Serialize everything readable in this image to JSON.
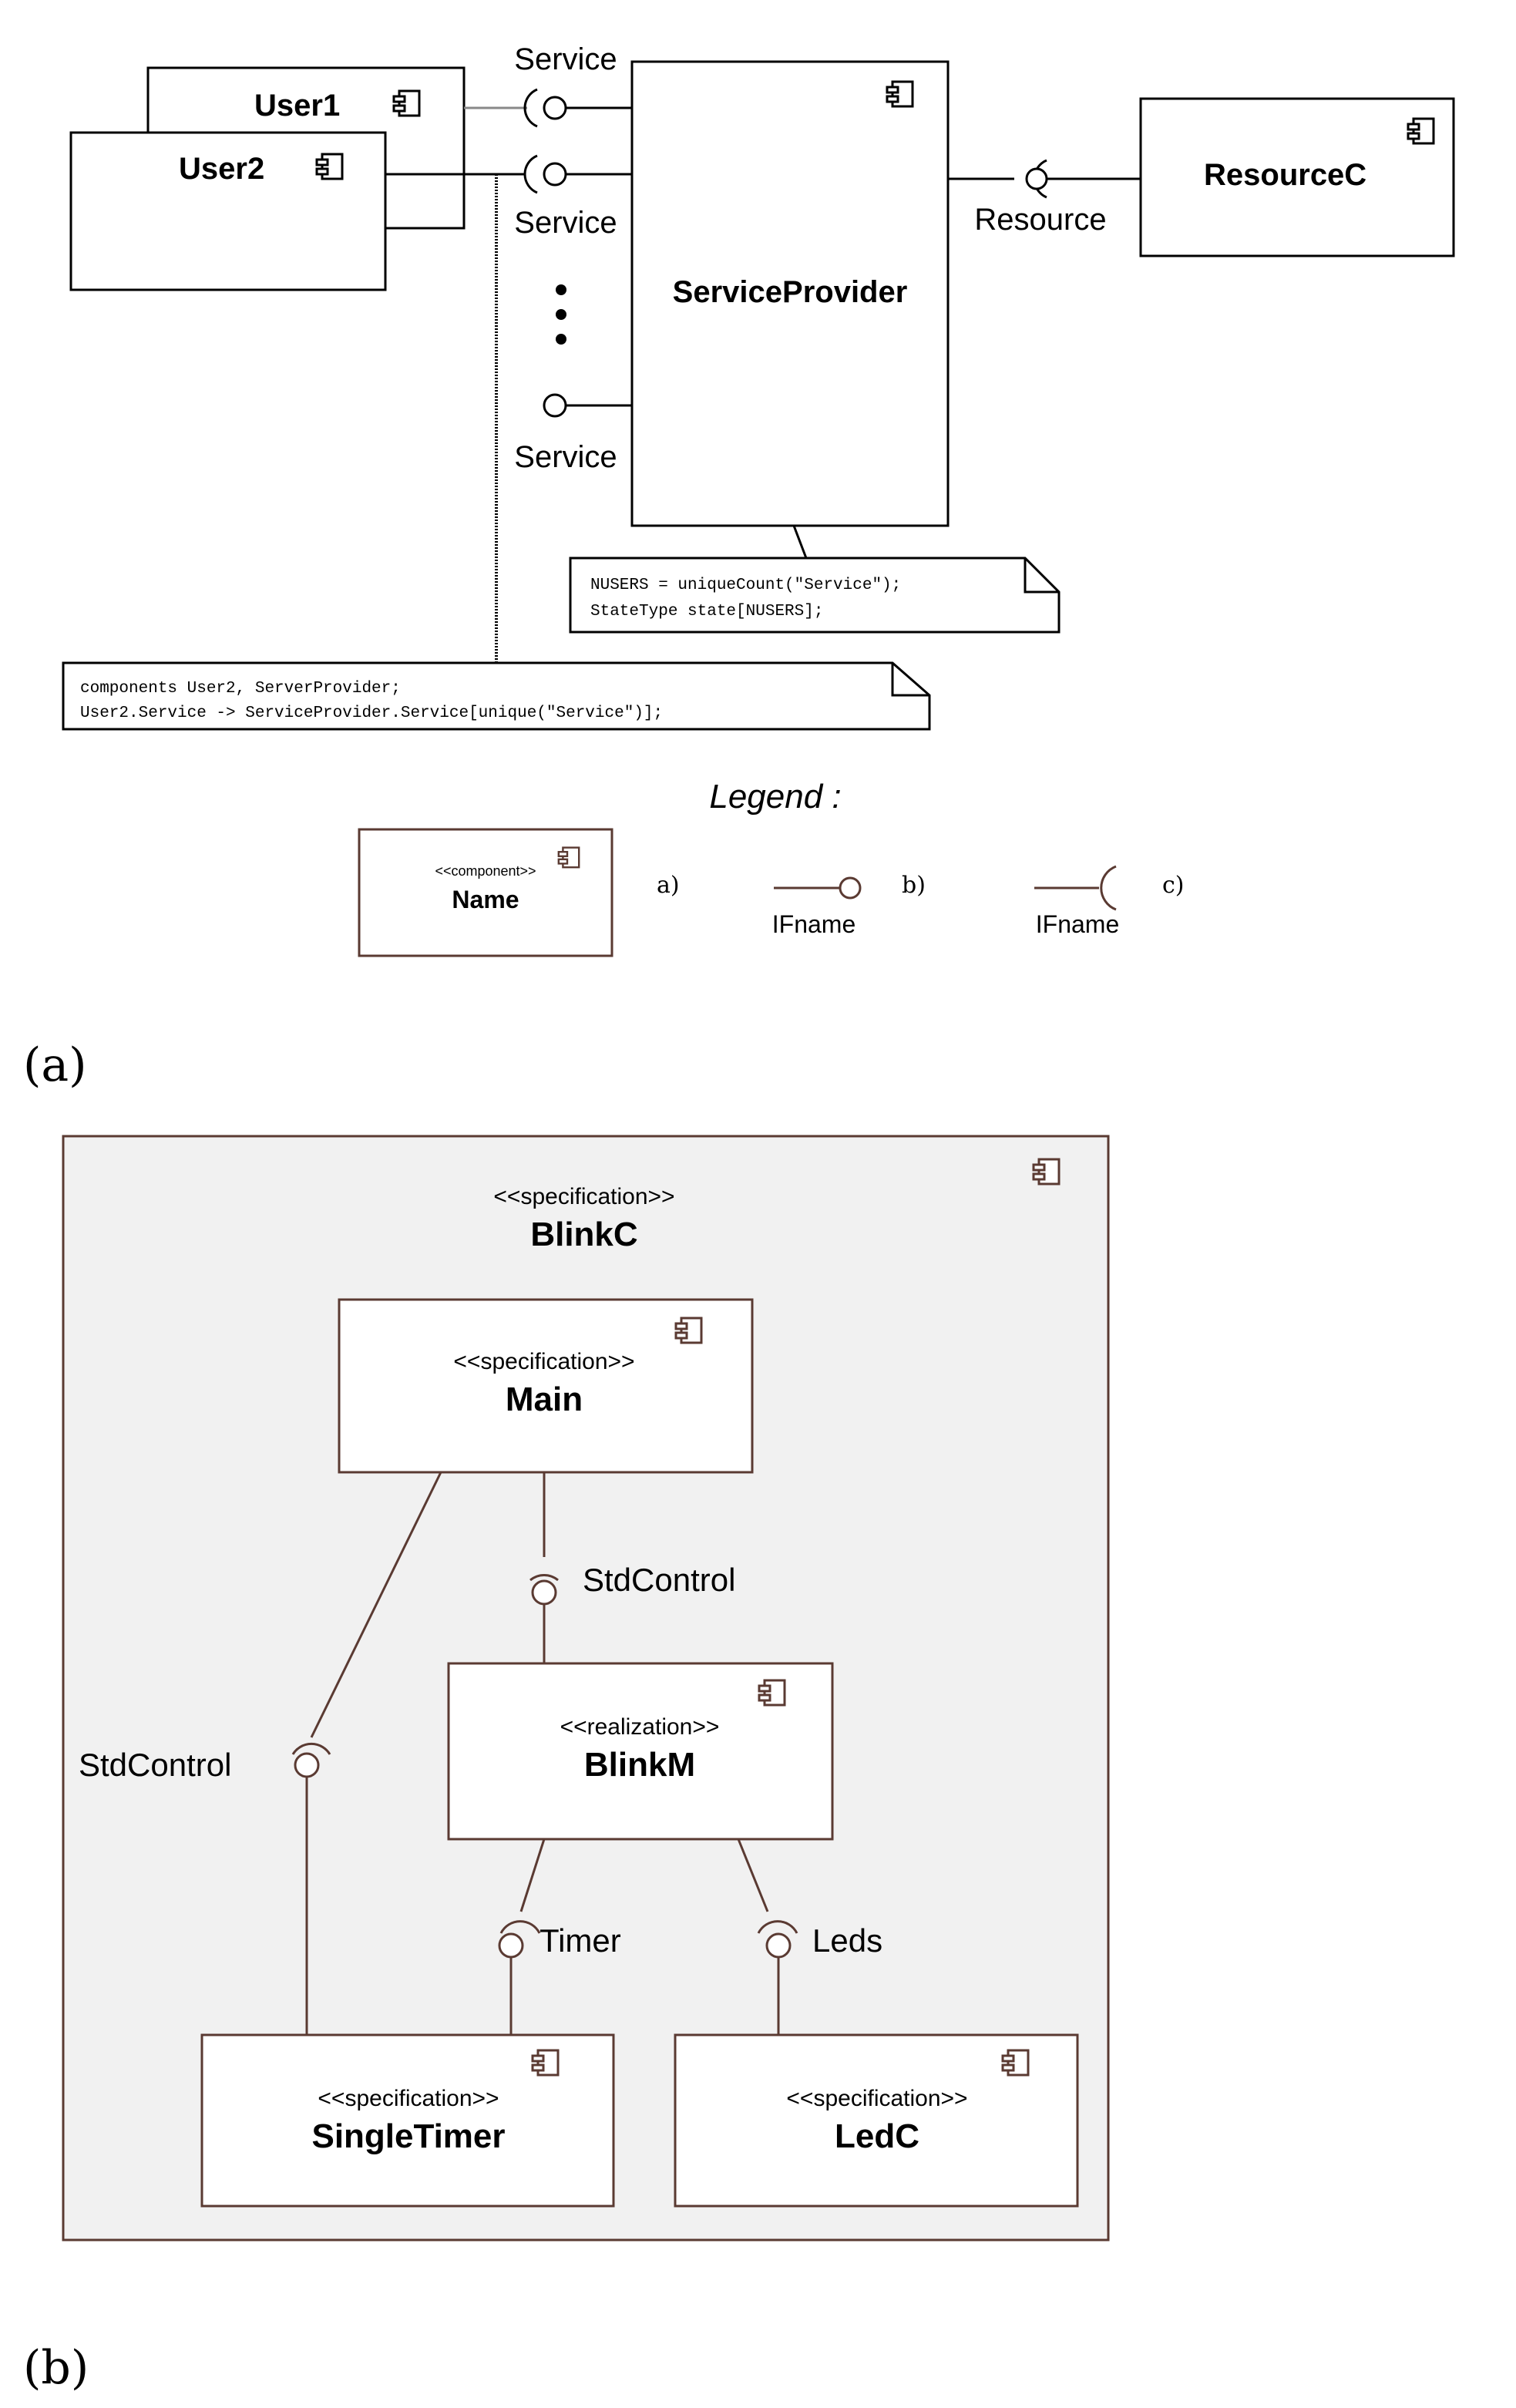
{
  "figure_a": {
    "label": "(a)",
    "components": {
      "user1": "User1",
      "user2": "User2",
      "service_provider": "ServiceProvider",
      "resource_c": "ResourceC"
    },
    "interfaces": {
      "service_top": "Service",
      "service_middle": "Service",
      "service_bottom": "Service",
      "resource": "Resource"
    },
    "notes": {
      "provider_note": [
        "NUSERS = uniqueCount(\"Service\");",
        "StateType state[NUSERS];"
      ],
      "wiring_note": [
        "components User2, ServerProvider;",
        "User2.Service -> ServiceProvider.Service[unique(\"Service\")];"
      ]
    },
    "legend": {
      "title": "Legend :",
      "component_stereotype": "<<component>>",
      "component_name": "Name",
      "item_a": "a)",
      "item_b": "b)",
      "item_c": "c)",
      "iface_b": "IFname",
      "iface_c": "IFname"
    }
  },
  "figure_b": {
    "label": "(b)",
    "container": {
      "stereotype": "<<specification>>",
      "name": "BlinkC"
    },
    "main": {
      "stereotype": "<<specification>>",
      "name": "Main"
    },
    "blinkm": {
      "stereotype": "<<realization>>",
      "name": "BlinkM"
    },
    "single_timer": {
      "stereotype": "<<specification>>",
      "name": "SingleTimer"
    },
    "ledc": {
      "stereotype": "<<specification>>",
      "name": "LedC"
    },
    "interfaces": {
      "stdcontrol_center": "StdControl",
      "stdcontrol_left": "StdControl",
      "timer": "Timer",
      "leds": "Leds"
    }
  },
  "colors": {
    "line_a": "#000000",
    "line_b": "#5a3a32",
    "container_fill": "#f1f1f1"
  }
}
